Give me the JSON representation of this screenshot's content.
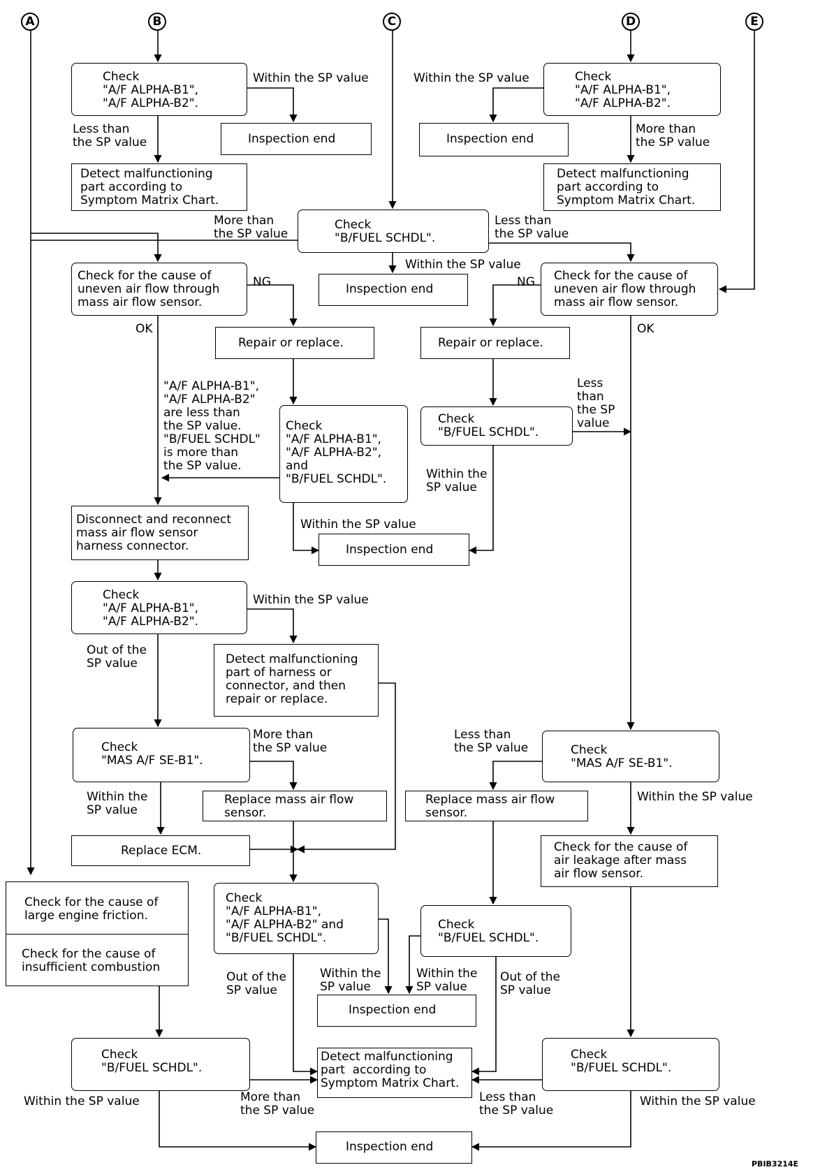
{
  "connectors": [
    "A",
    "B",
    "C",
    "D",
    "E"
  ],
  "boxes": {
    "b_check1": "Check\n\"A/F ALPHA-B1\",\n\"A/F ALPHA-B2\".",
    "b_end1": "Inspection end",
    "b_detect1": "Detect malfunctioning\npart according to\nSymptom Matrix Chart.",
    "d_check1": "Check\n\"A/F ALPHA-B1\",\n\"A/F ALPHA-B2\".",
    "d_end1": "Inspection end",
    "d_detect1": "Detect malfunctioning\npart according to\nSymptom Matrix Chart.",
    "c_check": "Check\n\"B/FUEL SCHDL\".",
    "c_end": "Inspection end",
    "l_cause": "Check for the cause of\nuneven air flow through\nmass air flow sensor.",
    "r_cause": "Check for the cause of\nuneven air flow through\nmass air flow sensor.",
    "l_repair": "Repair or replace.",
    "r_repair": "Repair or replace.",
    "l_check_ab": "Check\n\"A/F ALPHA-B1\",\n\"A/F ALPHA-B2\",\nand\n\"B/FUEL SCHDL\".",
    "r_check_bf": "Check\n\"B/FUEL SCHDL\".",
    "end_mid": "Inspection end",
    "disconnect": "Disconnect and reconnect\nmass air flow sensor\nharness connector.",
    "check_ab2": "Check\n\"A/F ALPHA-B1\",\n\"A/F ALPHA-B2\".",
    "detect_harness": "Detect malfunctioning\npart of harness or\nconnector, and then\nrepair or replace.",
    "l_check_mas": "Check\n\"MAS A/F SE-B1\".",
    "l_replace_maf": "Replace mass air flow\nsensor.",
    "replace_ecm": "Replace ECM.",
    "r_check_mas": "Check\n\"MAS A/F SE-B1\".",
    "r_replace_maf": "Replace mass air flow\nsensor.",
    "r_leak": "Check for the cause of\nair leakage after mass\nair flow sensor.",
    "a_friction": "Check for the cause of\nlarge engine friction.",
    "a_combustion": "Check for the cause of\ninsufficient combustion",
    "check_abf": "Check\n\"A/F ALPHA-B1\",\n\"A/F ALPHA-B2\" and\n\"B/FUEL SCHDL\".",
    "r_check_bf2": "Check\n\"B/FUEL SCHDL\".",
    "end_low": "Inspection end",
    "a_check_bf": "Check\n\"B/FUEL SCHDL\".",
    "detect_final": "Detect malfunctioning\npart  according to\nSymptom Matrix Chart.",
    "r_check_bf3": "Check\n\"B/FUEL SCHDL\".",
    "end_final": "Inspection end"
  },
  "labels": {
    "b_within": "Within the SP value",
    "b_less": "Less than\nthe SP value",
    "d_within": "Within the SP value",
    "d_more": "More than\nthe SP value",
    "c_more": "More than\nthe SP value",
    "c_less": "Less than\nthe SP value",
    "c_within": "Within the SP value",
    "l_ng": "NG",
    "l_ok": "OK",
    "r_ng": "NG",
    "r_ok": "OK",
    "l_note": "\"A/F ALPHA-B1\",\n\"A/F ALPHA-B2\"\nare less than\nthe SP value.\n\"B/FUEL SCHDL\"\nis more than\nthe SP value.",
    "l_ab_within": "Within the SP value",
    "r_less": "Less\nthan\nthe SP\nvalue",
    "r_within": "Within the\nSP value",
    "ab2_within": "Within the SP value",
    "ab2_out": "Out of the\nSP value",
    "lmas_more": "More than\nthe SP value",
    "lmas_within": "Within the\nSP value",
    "rmas_less": "Less than\nthe SP value",
    "rmas_within": "Within the SP value",
    "abf_out": "Out of the\nSP value",
    "abf_within": "Within the\nSP value",
    "rbf2_within": "Within the\nSP value",
    "rbf2_out": "Out of the\nSP value",
    "abf_left_within": "Within the SP value",
    "abf_more": "More than\nthe SP value",
    "rbf3_less": "Less than\nthe SP value",
    "rbf3_within": "Within the SP value"
  },
  "figure_code": "PBIB3214E"
}
